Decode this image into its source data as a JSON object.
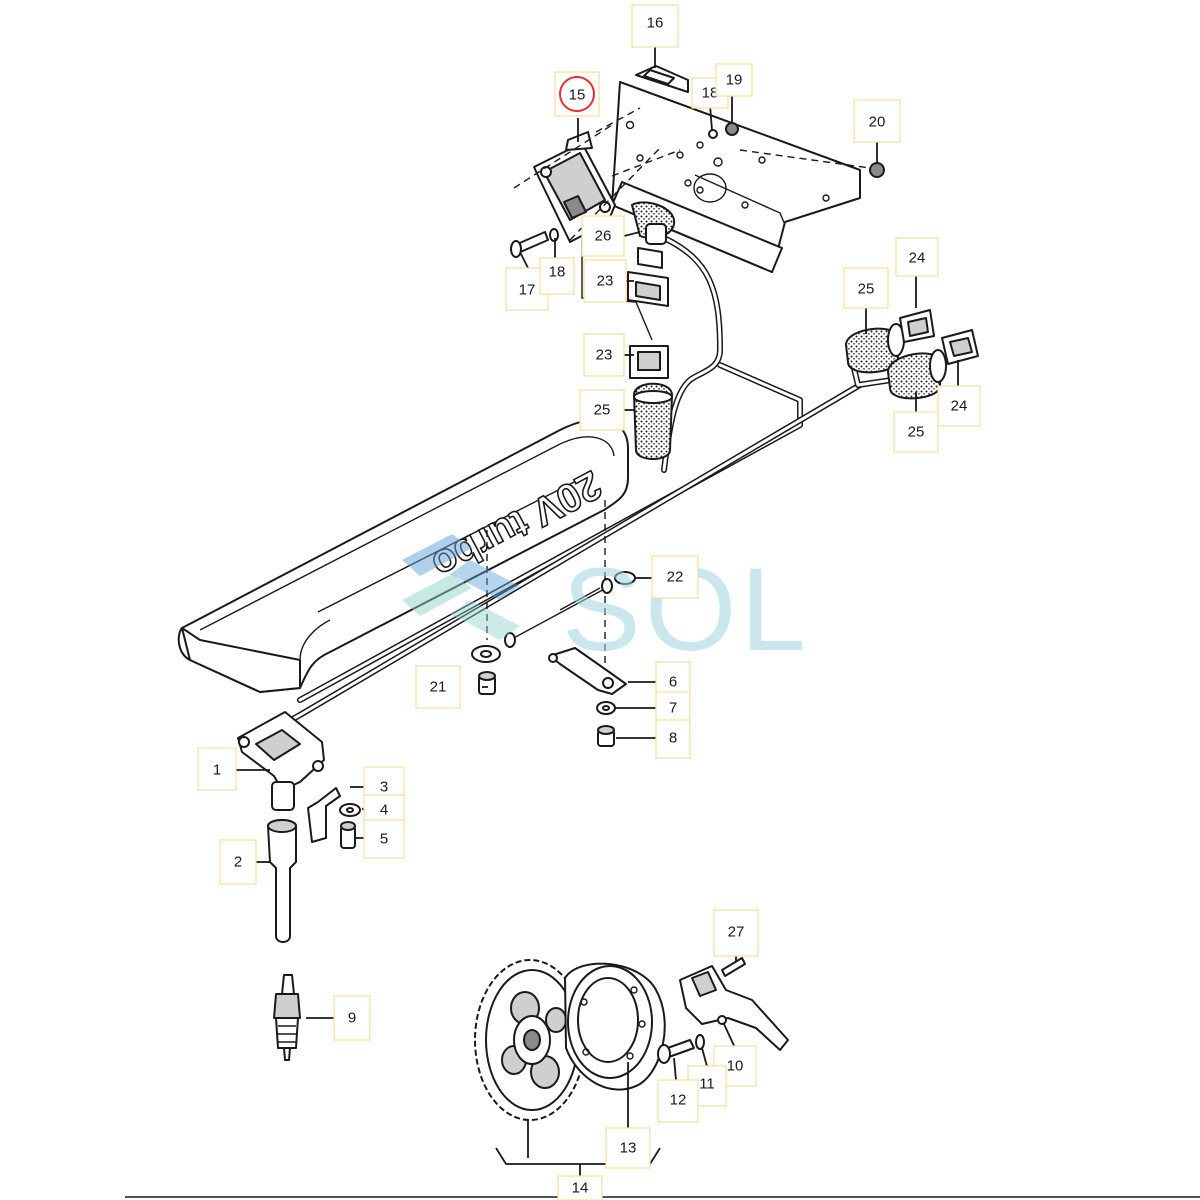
{
  "callouts": [
    {
      "id": "1",
      "text": "1"
    },
    {
      "id": "2",
      "text": "2"
    },
    {
      "id": "3",
      "text": "3"
    },
    {
      "id": "4",
      "text": "4"
    },
    {
      "id": "5",
      "text": "5"
    },
    {
      "id": "6",
      "text": "6"
    },
    {
      "id": "7",
      "text": "7"
    },
    {
      "id": "8",
      "text": "8"
    },
    {
      "id": "9",
      "text": "9"
    },
    {
      "id": "10",
      "text": "10"
    },
    {
      "id": "11",
      "text": "11"
    },
    {
      "id": "12",
      "text": "12"
    },
    {
      "id": "13",
      "text": "13"
    },
    {
      "id": "14",
      "text": "14"
    },
    {
      "id": "15",
      "text": "15"
    },
    {
      "id": "16",
      "text": "16"
    },
    {
      "id": "17",
      "text": "17"
    },
    {
      "id": "18a",
      "text": "18"
    },
    {
      "id": "18b",
      "text": "18"
    },
    {
      "id": "19",
      "text": "19"
    },
    {
      "id": "20",
      "text": "20"
    },
    {
      "id": "21",
      "text": "21"
    },
    {
      "id": "22",
      "text": "22"
    },
    {
      "id": "23a",
      "text": "23"
    },
    {
      "id": "23b",
      "text": "23"
    },
    {
      "id": "24a",
      "text": "24"
    },
    {
      "id": "24b",
      "text": "24"
    },
    {
      "id": "25a",
      "text": "25"
    },
    {
      "id": "25b",
      "text": "25"
    },
    {
      "id": "25c",
      "text": "25"
    },
    {
      "id": "26",
      "text": "26"
    },
    {
      "id": "27",
      "text": "27"
    }
  ],
  "engine_cover": {
    "text": "20V turbo"
  },
  "watermark": {
    "text": "SOL",
    "colors": [
      "#5f9fd6",
      "#8fd1c8",
      "#9fd4e0"
    ]
  },
  "highlight": {
    "callout": "15",
    "color": "#e53030"
  }
}
